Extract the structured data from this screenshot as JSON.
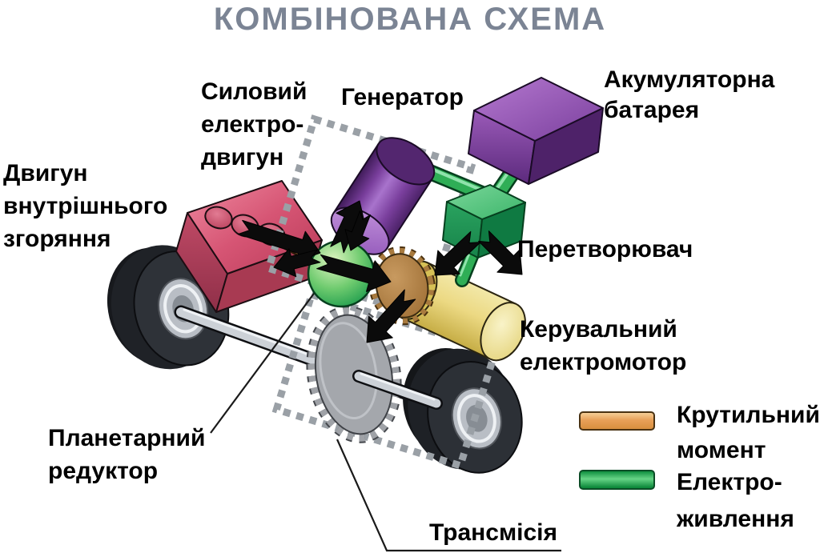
{
  "title": "КОМБІНОВАНА СХЕМА",
  "labels": {
    "engine": [
      "Двигун",
      "внутрішнього",
      "згоряння"
    ],
    "power_motor": [
      "Силовий",
      "електро-",
      "двигун"
    ],
    "generator": "Генератор",
    "battery": [
      "Акумуляторна",
      "батарея"
    ],
    "converter": "Перетворювач",
    "control_motor": [
      "Керувальний",
      "електромотор"
    ],
    "planetary": [
      "Планетарний",
      "редуктор"
    ],
    "transmission": "Трансмісія"
  },
  "legend": {
    "torque": {
      "lines": [
        "Крутильний",
        "момент"
      ],
      "color": "#e8a058"
    },
    "power": {
      "lines": [
        "Електро-",
        "живлення"
      ],
      "color": "#18a04c"
    }
  },
  "colors": {
    "title_text": "#7b8494",
    "label_text": "#000000",
    "engine_block": "#d65574",
    "generator_cylinder": "#7b3fa0",
    "battery_box": "#7a3f9d",
    "converter_box": "#28a25e",
    "control_motor_cylinder": "#e8d87e",
    "planetary_sphere": "#2fae56",
    "transmission_gear": "#a4a7ac",
    "reduction_gear": "#96662c",
    "torque_shaft": "#e09a50",
    "power_tube": "#2fae56",
    "dashed_frame": "#9aa0a6",
    "arrows": "#0b0b0b",
    "wheel_tire": "#2c3036",
    "axle": "#ccd1d7"
  }
}
